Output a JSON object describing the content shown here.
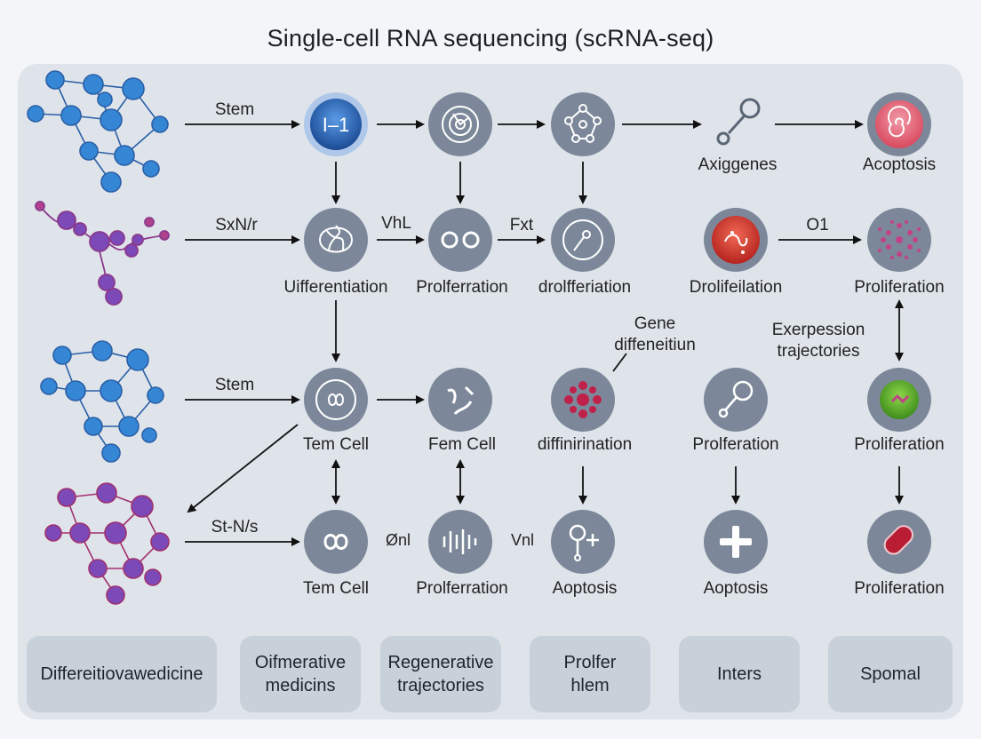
{
  "title": "Single-cell RNA sequencing (scRNA-seq)",
  "rows": [
    {
      "input_label": "Stem",
      "labels": [
        "",
        "",
        "",
        "Axiggenes",
        "Acoptosis"
      ],
      "mid_labels": []
    },
    {
      "input_label": "SxN/r",
      "labels": [
        "Uifferentiation",
        "Prolferration",
        "drolfferiation",
        "Drolifeilation",
        "Proliferation"
      ],
      "mid_labels": [
        "VhL",
        "Fxt",
        "O1"
      ]
    },
    {
      "input_label": "Stem",
      "labels": [
        "Tem Cell",
        "Fem Cell",
        "diffinirination",
        "Prolferation",
        "Proliferation"
      ],
      "mid_labels": []
    },
    {
      "input_label": "St-N/s",
      "labels": [
        "Tem Cell",
        "Prolferration",
        "Aoptosis",
        "Aoptosis",
        "Proliferation"
      ],
      "mid_labels": [
        "Ønl",
        "Vnl"
      ]
    }
  ],
  "annotations": {
    "gene": "Gene\ndiffeneitiun",
    "expression": "Exerpession\ntrajectories"
  },
  "bottom_boxes": [
    "Differeitiovawedicine",
    "Oifmerative\nmedicins",
    "Regenerative\ntrajectories",
    "Prolfer\nhlem",
    "Inters",
    "Spomal"
  ],
  "colors": {
    "node": "#7c8899",
    "blue_node": "#1e4f9e",
    "red_node": "#c8332d",
    "green_node": "#5aa427",
    "molecule_blue": "#2f7fd0",
    "molecule_purple": "#7b4ab8"
  }
}
